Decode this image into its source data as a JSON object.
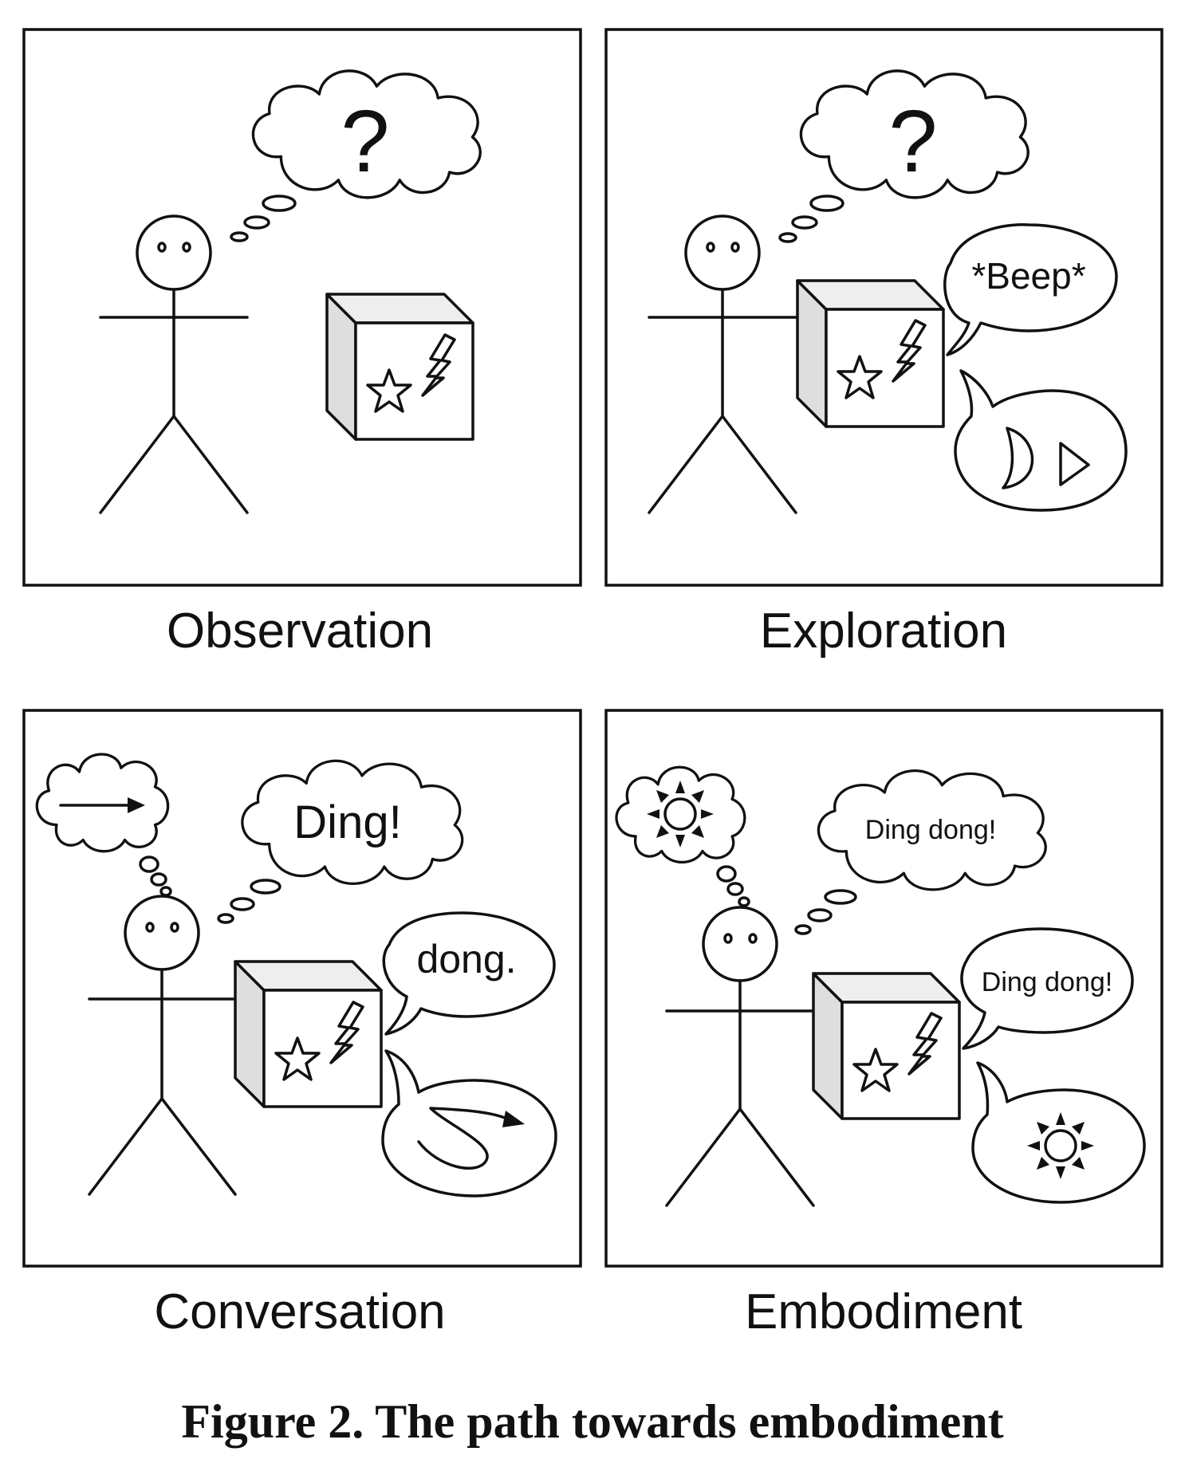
{
  "figure": {
    "caption": "Figure 2. The path towards embodiment",
    "panels": [
      {
        "label": "Observation",
        "thought": "?"
      },
      {
        "label": "Exploration",
        "thought": "?",
        "speech": "*Beep*"
      },
      {
        "label": "Conversation",
        "thought": "Ding!",
        "speech": "dong."
      },
      {
        "label": "Embodiment",
        "thought": "Ding dong!",
        "speech": "Ding dong!"
      }
    ]
  }
}
